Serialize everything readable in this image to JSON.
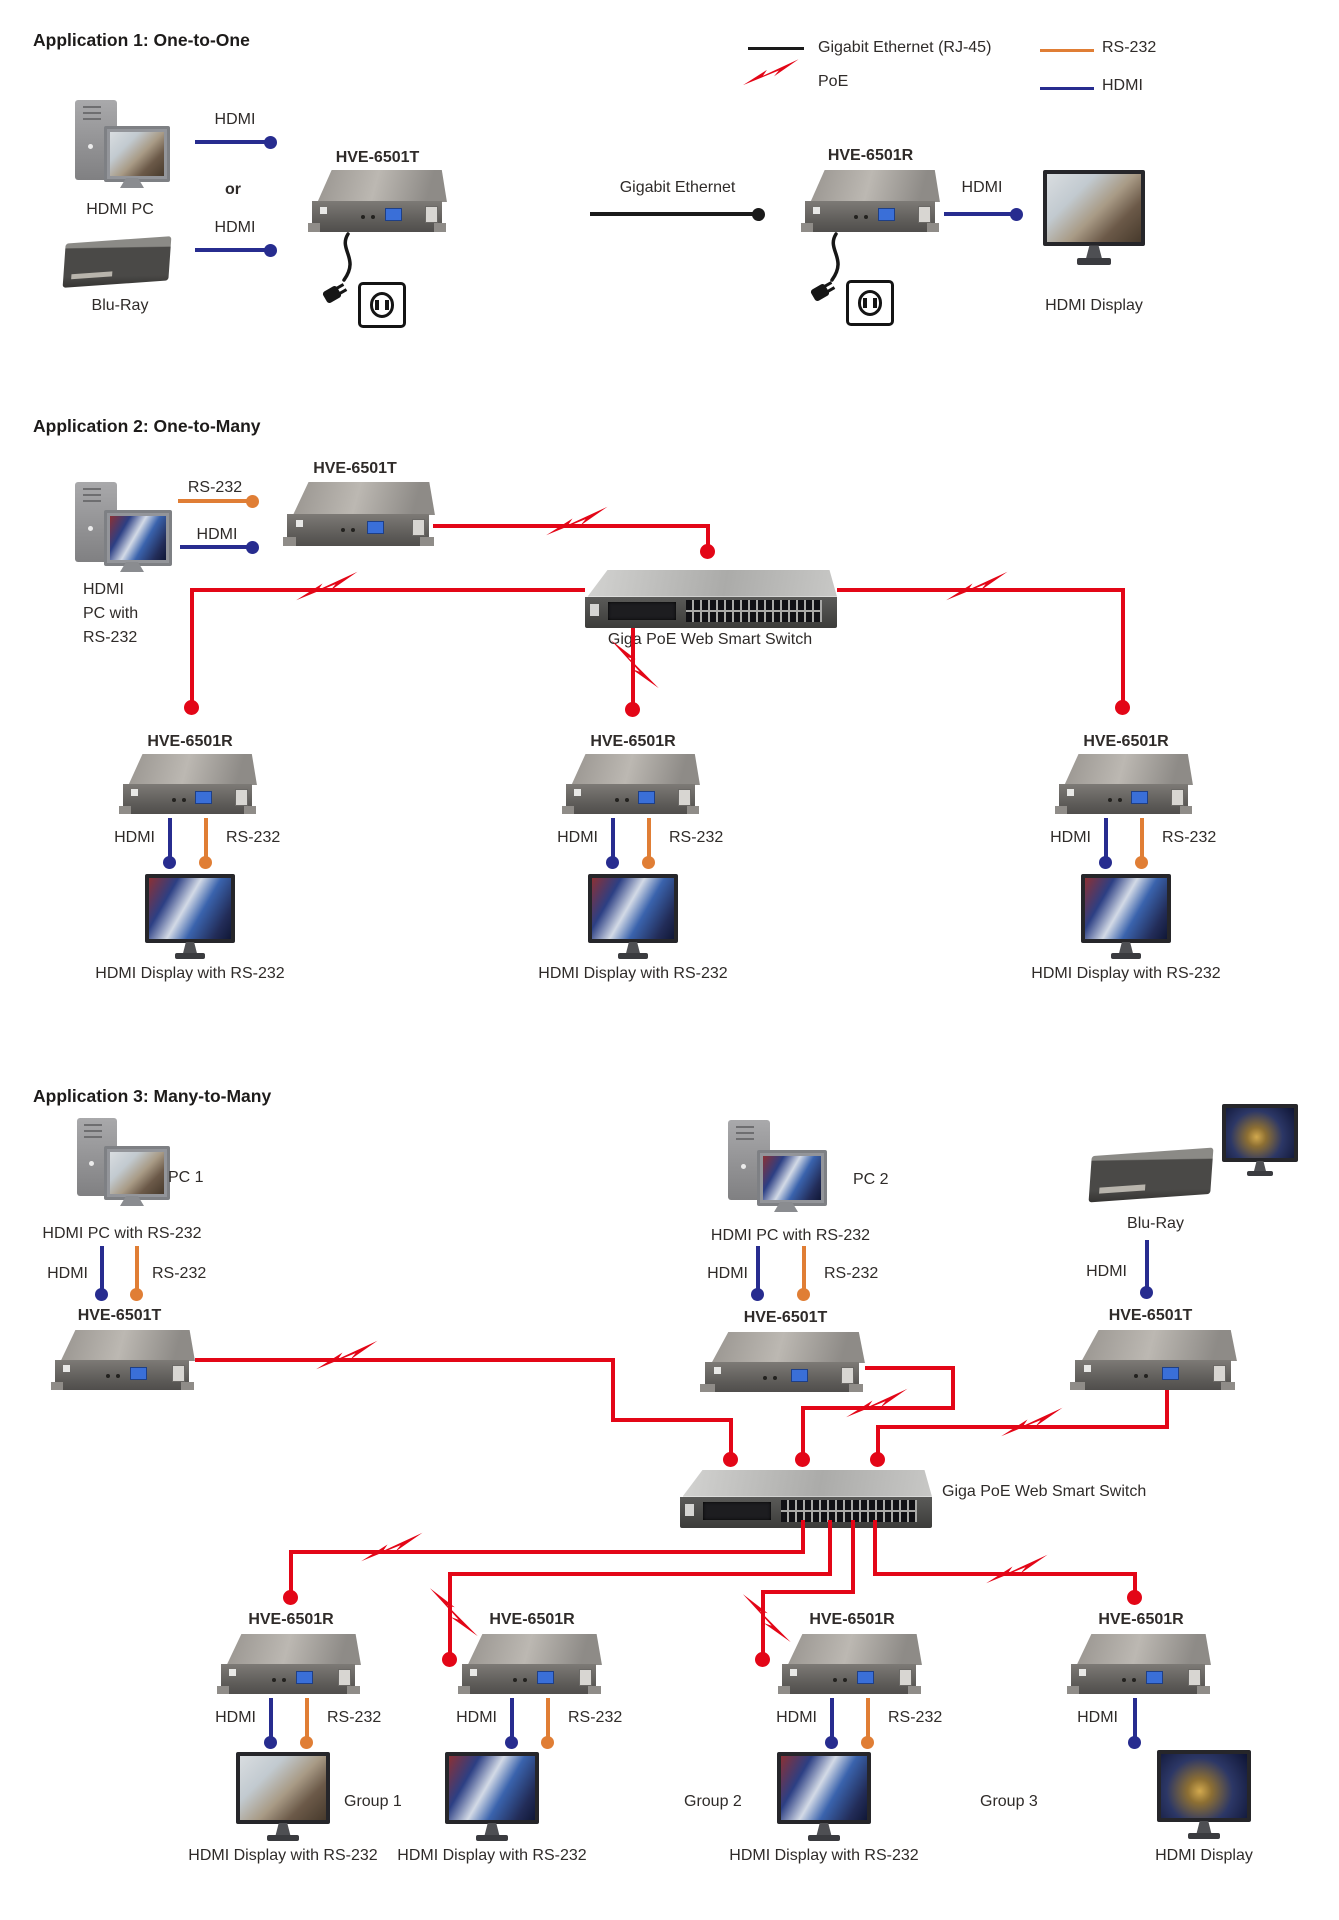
{
  "colors": {
    "hdmi": "#272c8f",
    "rs232": "#e07e35",
    "poe": "#e30617",
    "ethernet": "#1a1a1a",
    "text": "#2f2b29"
  },
  "legend": {
    "gigabit": "Gigabit Ethernet (RJ-45)",
    "poe": "PoE",
    "rs232": "RS-232",
    "hdmi": "HDMI"
  },
  "labels": {
    "hdmi": "HDMI",
    "rs232": "RS-232",
    "or": "or",
    "hdmi_pc": "HDMI PC",
    "blu_ray": "Blu-Ray",
    "gigabit_ethernet": "Gigabit Ethernet",
    "hdmi_display": "HDMI Display",
    "hdmi_display_rs232": "HDMI Display with RS-232",
    "hdmi_pc_rs232": "HDMI PC with RS-232",
    "pc_with": "PC with",
    "pc1": "PC 1",
    "pc2": "PC 2",
    "group1": "Group 1",
    "group2": "Group 2",
    "group3": "Group 3",
    "transmitter": "HVE-6501T",
    "receiver": "HVE-6501R",
    "switch": "Giga PoE Web Smart Switch"
  },
  "sections": {
    "app1": {
      "title": "Application 1: One-to-One"
    },
    "app2": {
      "title": "Application 2: One-to-Many"
    },
    "app3": {
      "title": "Application 3:  Many-to-Many"
    }
  }
}
